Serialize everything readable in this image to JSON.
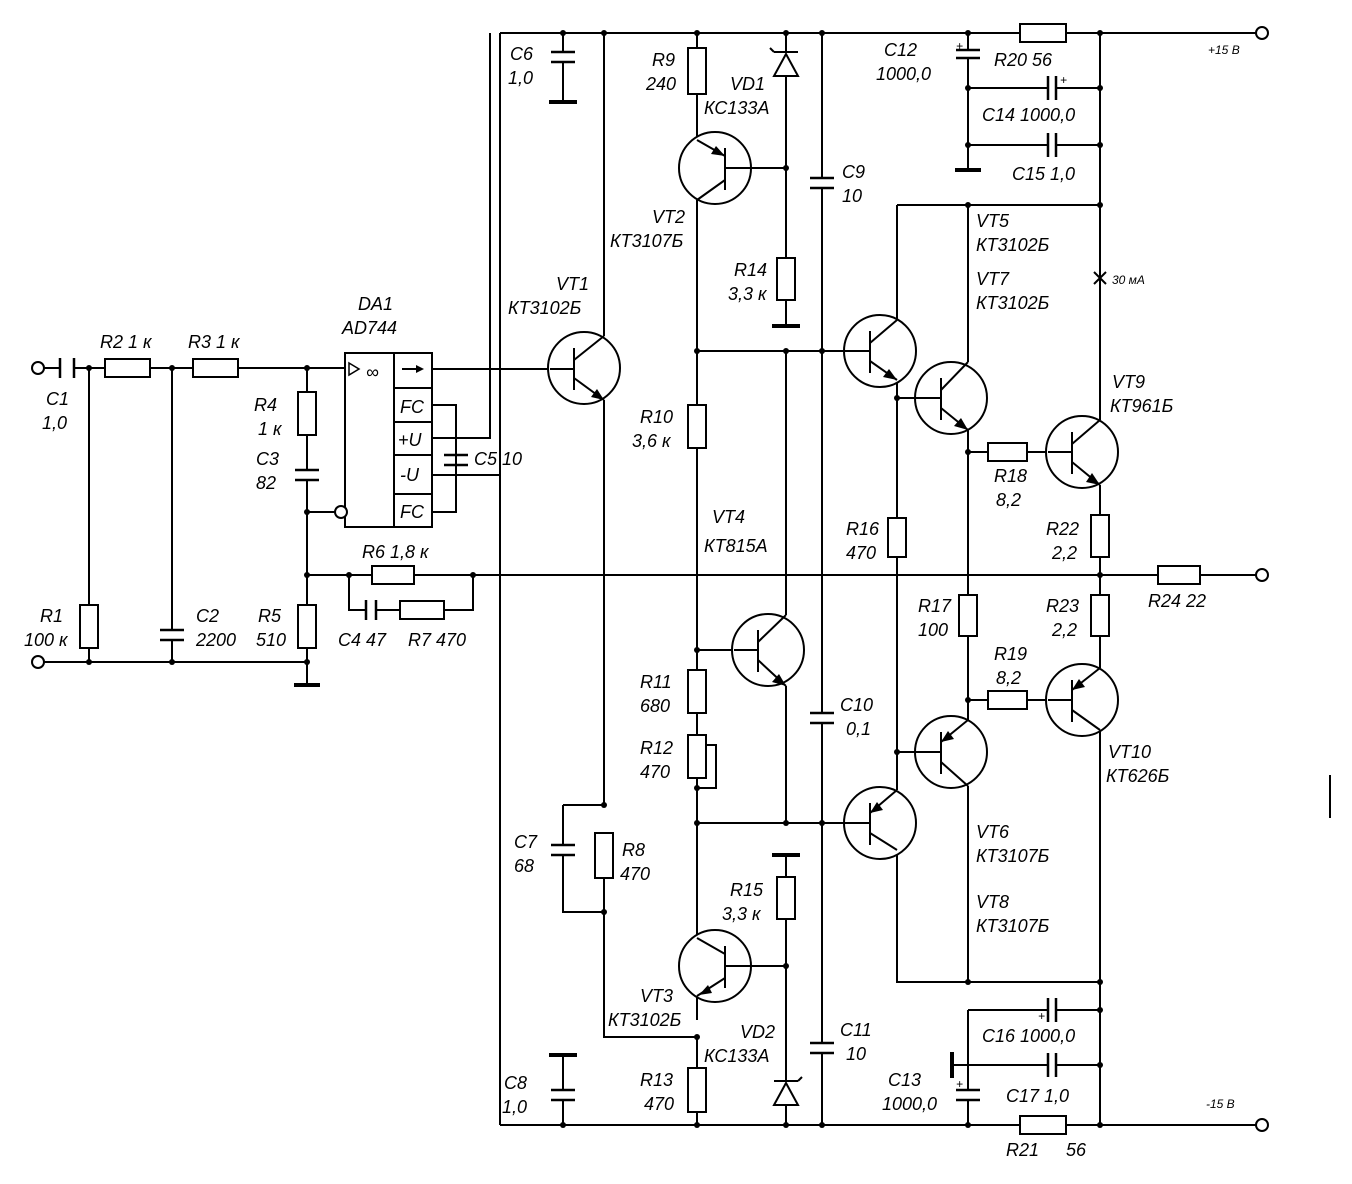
{
  "labels": {
    "c1": "C1",
    "c1_val": "1,0",
    "r1": "R1",
    "r1_val": "100 к",
    "r2": "R2  1 к",
    "r3": "R3  1 к",
    "c2": "C2",
    "c2_val": "2200",
    "r4": "R4",
    "r4_val": "1 к",
    "c3": "C3",
    "c3_val": "82",
    "r5": "R5",
    "r5_val": "510",
    "r6": "R6  1,8 к",
    "c4": "C4  47",
    "r7": "R7  470",
    "da1": "DA1",
    "da1_type": "AD744",
    "pin_inf": "∞",
    "pin_fc1": "FC",
    "pin_pu": "+U",
    "pin_mu": "-U",
    "pin_fc2": "FC",
    "c5": "C5  10",
    "c6": "C6",
    "c6_val": "1,0",
    "c8": "C8",
    "c8_val": "1,0",
    "vt1": "VT1",
    "vt1_type": "КТ3102Б",
    "r9": "R9",
    "r9_val": "240",
    "vd1": "VD1",
    "vd1_type": "КС133А",
    "vt2": "VT2",
    "vt2_type": "КТ3107Б",
    "r14": "R14",
    "r14_val": "3,3 к",
    "c9": "C9",
    "c9_val": "10",
    "r10": "R10",
    "r10_val": "3,6 к",
    "vt4": "VT4",
    "vt4_type": "КТ815А",
    "r11": "R11",
    "r11_val": "680",
    "r12": "R12",
    "r12_val": "470",
    "c7": "C7",
    "c7_val": "68",
    "r8": "R8",
    "r8_val": "470",
    "r15": "R15",
    "r15_val": "3,3 к",
    "vt3": "VT3",
    "vt3_type": "КТ3102Б",
    "vd2": "VD2",
    "vd2_type": "КС133А",
    "r13": "R13",
    "r13_val": "470",
    "c10": "C10",
    "c10_val": "0,1",
    "c11": "C11",
    "c11_val": "10",
    "c12": "C12",
    "c12_val": "1000,0",
    "r20": "R20  56",
    "c14": "C14  1000,0",
    "c15": "C15   1,0",
    "vt5": "VT5",
    "vt5_type": "КТ3102Б",
    "vt7": "VT7",
    "vt7_type": "КТ3102Б",
    "current": "30 мА",
    "vt9": "VT9",
    "vt9_type": "КТ961Б",
    "r16": "R16",
    "r16_val": "470",
    "r18": "R18",
    "r18_val": "8,2",
    "r22": "R22",
    "r22_val": "2,2",
    "r24": "R24  22",
    "r17": "R17",
    "r17_val": "100",
    "r23": "R23",
    "r23_val": "2,2",
    "r19": "R19",
    "r19_val": "8,2",
    "vt10": "VT10",
    "vt10_type": "КТ626Б",
    "vt6": "VT6",
    "vt6_type": "КТ3107Б",
    "vt8": "VT8",
    "vt8_type": "КТ3107Б",
    "c16": "C16  1000,0",
    "c13": "C13",
    "c13_val": "1000,0",
    "c17": "C17   1,0",
    "r21": "R21",
    "r21_val": "56",
    "vpos": "+15 В",
    "vneg": "-15 В",
    "plus": "+"
  }
}
